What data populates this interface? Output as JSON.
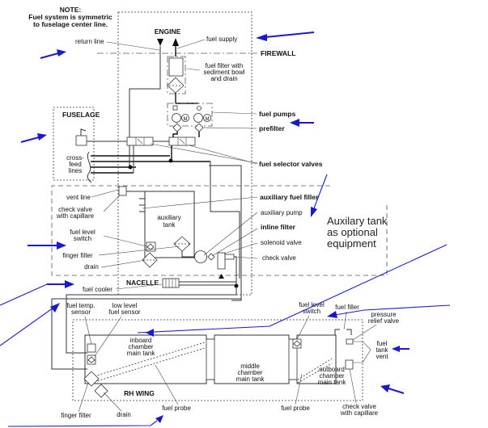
{
  "note": {
    "title": "NOTE:",
    "line1": "Fuel system is symmetric",
    "line2": "to fuselage center line."
  },
  "labels": {
    "engine": "ENGINE",
    "fuel_supply": "fuel supply",
    "return_line": "return line",
    "firewall": "FIREWALL",
    "fuel_filter_1": "fuel filter with",
    "fuel_filter_2": "sediment bowl",
    "fuel_filter_3": "and drain",
    "fuel_pumps": "fuel pumps",
    "prefilter": "prefilter",
    "fuselage": "FUSELAGE",
    "crossfeed_1": "cross-",
    "crossfeed_2": "feed",
    "crossfeed_3": "lines",
    "fuel_selector_valves": "fuel selector valves",
    "vent_line": "vent line",
    "check_valve_cap_1": "check valve",
    "check_valve_cap_2": "with capillare",
    "aux_tank_1": "auxiliary",
    "aux_tank_2": "tank",
    "aux_fuel_filler": "auxiliary fuel filler",
    "aux_pump": "auxiliary pump",
    "inline_filter": "inline filter",
    "solenoid_valve": "solenoid valve",
    "check_valve": "check valve",
    "fuel_level_switch_1": "fuel level",
    "fuel_level_switch_2": "switch",
    "finger_filter": "finger filter",
    "drain": "drain",
    "nacelle": "NACELLE",
    "fuel_cooler": "fuel cooler",
    "aux_optional_1": "Auxilary tank",
    "aux_optional_2": "as optional",
    "aux_optional_3": "equipment",
    "fuel_temp_1": "fuel temp.",
    "fuel_temp_2": "sensor",
    "low_level_1": "low level",
    "low_level_2": "fuel sensor",
    "inboard_1": "inboard",
    "inboard_2": "chamber",
    "inboard_3": "main tank",
    "middle_1": "middle",
    "middle_2": "chamber",
    "middle_3": "main tank",
    "outboard_1": "outboard",
    "outboard_2": "chamber",
    "outboard_3": "main tank",
    "rh_wing": "RH WING",
    "fuel_probe": "fuel probe",
    "fuel_filler": "fuel filler",
    "pressure_relief_1": "pressure",
    "pressure_relief_2": "relief valve",
    "fuel_tank_vent_1": "fuel",
    "fuel_tank_vent_2": "tank",
    "fuel_tank_vent_3": "vent",
    "motor": "M"
  },
  "colors": {
    "annotation_arrow": "#1a1acc",
    "line": "#333333"
  }
}
